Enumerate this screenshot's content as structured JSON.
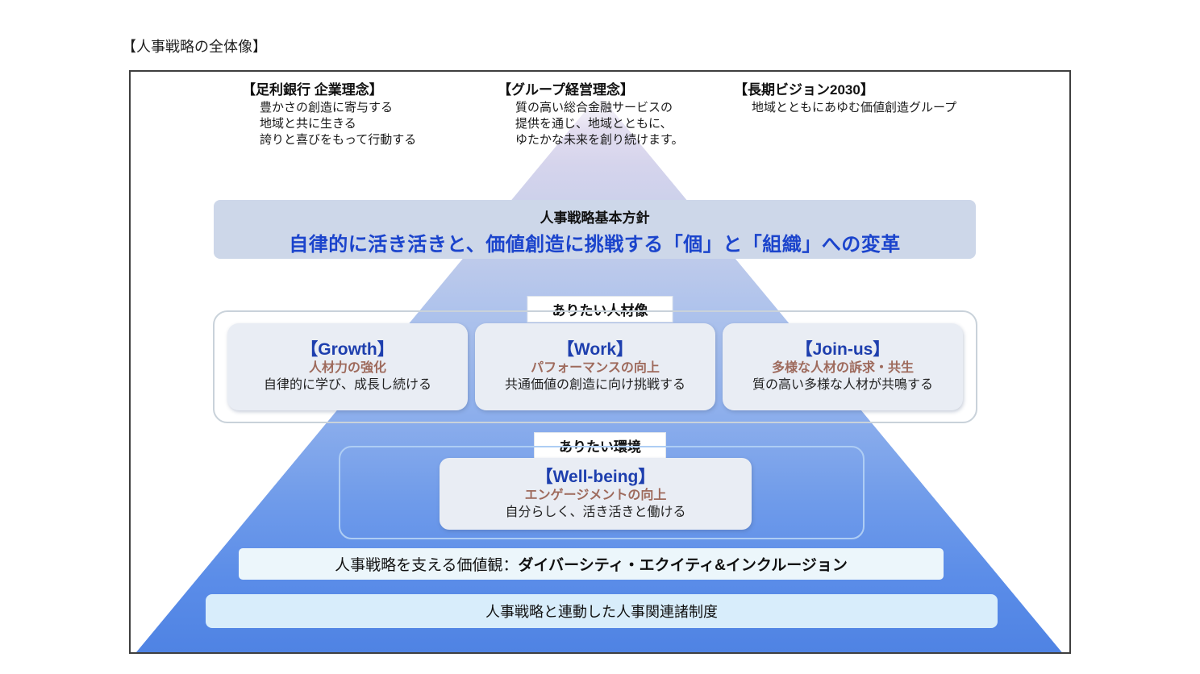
{
  "page": {
    "title": "【人事戦略の全体像】"
  },
  "philosophies": [
    {
      "title": "【足利銀行 企業理念】",
      "lines": [
        "豊かさの創造に寄与する",
        "地域と共に生きる",
        "誇りと喜びをもって行動する"
      ]
    },
    {
      "title": "【グループ経営理念】",
      "lines": [
        "質の高い総合金融サービスの",
        "提供を通じ、地域とともに、",
        "ゆたかな未来を創り続けます。"
      ]
    },
    {
      "title": "【長期ビジョン2030】",
      "lines": [
        "地域とともにあゆむ価値創造グループ"
      ]
    }
  ],
  "policy": {
    "label": "人事戦略基本方針",
    "headline": "自律的に活き活きと、価値創造に挑戦する「個」と「組織」への変革"
  },
  "talent_section": {
    "label": "ありたい人材像",
    "cards": [
      {
        "title": "【Growth】",
        "subtitle": "人材力の強化",
        "body": "自律的に学び、成長し続ける"
      },
      {
        "title": "【Work】",
        "subtitle": "パフォーマンスの向上",
        "body": "共通価値の創造に向け挑戦する"
      },
      {
        "title": "【Join-us】",
        "subtitle": "多様な人材の訴求・共生",
        "body": "質の高い多様な人材が共鳴する"
      }
    ]
  },
  "environment_section": {
    "label": "ありたい環境",
    "card": {
      "title": "【Well-being】",
      "subtitle": "エンゲージメントの向上",
      "body": "自分らしく、活き活きと働ける"
    }
  },
  "values_band": {
    "label": "人事戦略を支える価値観：",
    "value": "ダイバーシティ・エクイティ&インクルージョン"
  },
  "systems_band": {
    "text": "人事戦略と連動した人事関連諸制度"
  },
  "colors": {
    "headline_blue": "#1b44cc",
    "card_title_blue": "#1e3fae",
    "card_subtitle_brown": "#9e6a5c",
    "policy_band_bg": "#cdd7e9",
    "pyramid_top_lavender": "#d5d4ec",
    "pyramid_bottom_blue": "#4f83e3",
    "values_band_bg": "#ecf6fb",
    "systems_band_bg": "#d8edfb"
  }
}
